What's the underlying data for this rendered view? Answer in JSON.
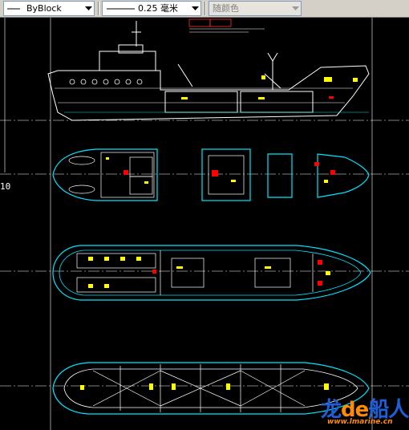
{
  "toolbar": {
    "linetype": {
      "value": "ByBlock"
    },
    "lineweight": {
      "value": "0.25 毫米"
    },
    "color": {
      "value": "随颜色"
    }
  },
  "drawing": {
    "edge_label": "10",
    "line_color": "#00e5ff",
    "hull_color": "#ffffff",
    "marker_color": "#ffff00",
    "accent_color": "#ff0000"
  },
  "watermark": {
    "brand_left": "龙",
    "brand_mid": "de",
    "brand_right": "船人",
    "url": "www.lmarine.cn"
  }
}
